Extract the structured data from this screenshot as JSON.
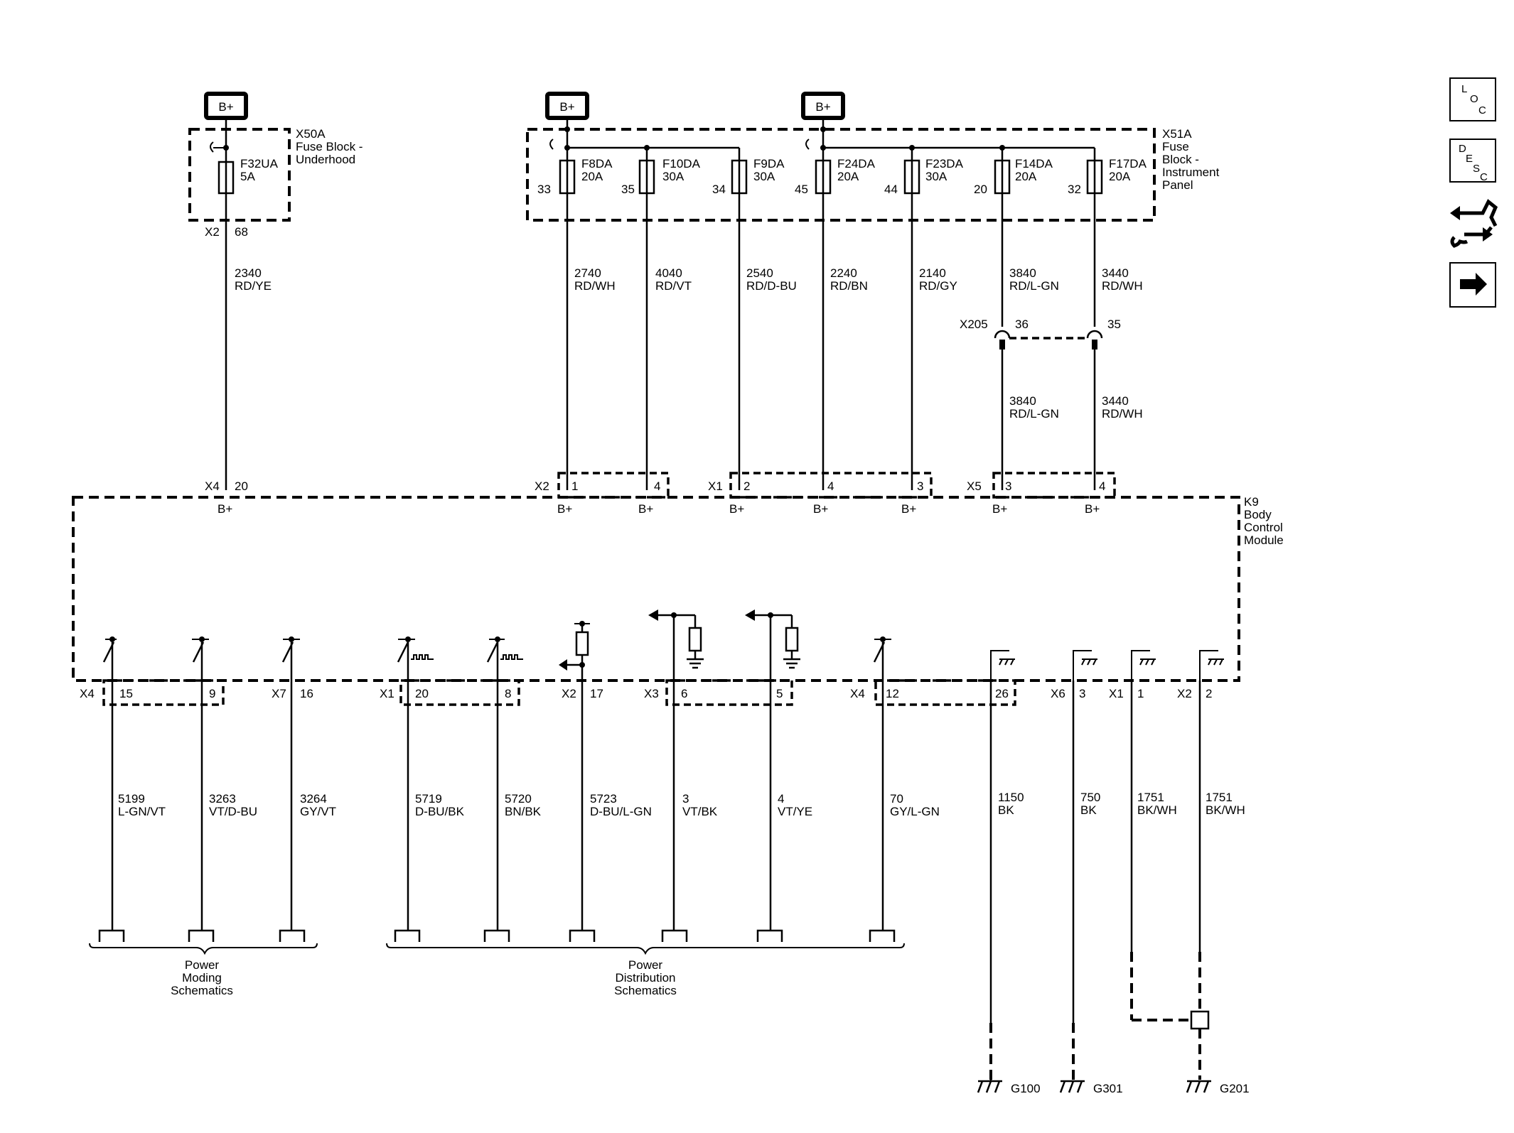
{
  "battery": {
    "label": "B+"
  },
  "x50a": {
    "name": "X50A",
    "desc": [
      "Fuse Block -",
      "Underhood"
    ],
    "fuse": "F32UA",
    "rating": "5A",
    "conn": "X2",
    "pin": "68"
  },
  "x51a": {
    "name": "X51A",
    "desc": [
      "Fuse",
      "Block -",
      "Instrument",
      "Panel"
    ],
    "fuses": [
      {
        "name": "F8DA",
        "rating": "20A",
        "pin": "33"
      },
      {
        "name": "F10DA",
        "rating": "30A",
        "pin": "35"
      },
      {
        "name": "F9DA",
        "rating": "30A",
        "pin": "34"
      },
      {
        "name": "F24DA",
        "rating": "20A",
        "pin": "45"
      },
      {
        "name": "F23DA",
        "rating": "30A",
        "pin": "44"
      },
      {
        "name": "F14DA",
        "rating": "20A",
        "pin": "20"
      },
      {
        "name": "F17DA",
        "rating": "20A",
        "pin": "32"
      }
    ]
  },
  "top_wires": [
    {
      "circuit": "2340",
      "color": "RD/YE"
    },
    {
      "circuit": "2740",
      "color": "RD/WH"
    },
    {
      "circuit": "4040",
      "color": "RD/VT"
    },
    {
      "circuit": "2540",
      "color": "RD/D-BU"
    },
    {
      "circuit": "2240",
      "color": "RD/BN"
    },
    {
      "circuit": "2140",
      "color": "RD/GY"
    },
    {
      "circuit": "3840",
      "color": "RD/L-GN"
    },
    {
      "circuit": "3440",
      "color": "RD/WH"
    }
  ],
  "x205": {
    "name": "X205",
    "pins": [
      "36",
      "35"
    ],
    "wires": [
      {
        "circuit": "3840",
        "color": "RD/L-GN"
      },
      {
        "circuit": "3440",
        "color": "RD/WH"
      }
    ]
  },
  "bcm_top_conns": [
    {
      "conn": "X4",
      "pin": "20"
    },
    {
      "conn": "X2",
      "pin": "1"
    },
    {
      "conn": "",
      "pin": "4"
    },
    {
      "conn": "X1",
      "pin": "2"
    },
    {
      "conn": "",
      "pin": "4"
    },
    {
      "conn": "",
      "pin": "3"
    },
    {
      "conn": "X5",
      "pin": "3"
    },
    {
      "conn": "",
      "pin": "4"
    }
  ],
  "bplus_label": "B+",
  "k9": {
    "name": "K9",
    "desc": [
      "Body",
      "Control",
      "Module"
    ]
  },
  "bcm_bottom_conns": [
    {
      "conn": "X4",
      "pin": "15"
    },
    {
      "conn": "",
      "pin": "9"
    },
    {
      "conn": "X7",
      "pin": "16"
    },
    {
      "conn": "X1",
      "pin": "20"
    },
    {
      "conn": "",
      "pin": "8"
    },
    {
      "conn": "X2",
      "pin": "17"
    },
    {
      "conn": "X3",
      "pin": "6"
    },
    {
      "conn": "",
      "pin": "5"
    },
    {
      "conn": "X4",
      "pin": "12"
    },
    {
      "conn": "",
      "pin": "26"
    },
    {
      "conn": "X6",
      "pin": "3"
    },
    {
      "conn": "X1",
      "pin": "1"
    },
    {
      "conn": "X2",
      "pin": "2"
    }
  ],
  "bottom_wires": [
    {
      "circuit": "5199",
      "color": "L-GN/VT"
    },
    {
      "circuit": "3263",
      "color": "VT/D-BU"
    },
    {
      "circuit": "3264",
      "color": "GY/VT"
    },
    {
      "circuit": "5719",
      "color": "D-BU/BK"
    },
    {
      "circuit": "5720",
      "color": "BN/BK"
    },
    {
      "circuit": "5723",
      "color": "D-BU/L-GN"
    },
    {
      "circuit": "3",
      "color": "VT/BK"
    },
    {
      "circuit": "4",
      "color": "VT/YE"
    },
    {
      "circuit": "70",
      "color": "GY/L-GN"
    },
    {
      "circuit": "1150",
      "color": "BK"
    },
    {
      "circuit": "750",
      "color": "BK"
    },
    {
      "circuit": "1751",
      "color": "BK/WH"
    },
    {
      "circuit": "1751",
      "color": "BK/WH"
    }
  ],
  "groups": {
    "power_moding": [
      "Power",
      "Moding",
      "Schematics"
    ],
    "power_distribution": [
      "Power",
      "Distribution",
      "Schematics"
    ]
  },
  "grounds": [
    "G100",
    "G301",
    "G201"
  ],
  "nav": {
    "loc": [
      "L",
      "O",
      "C"
    ],
    "desc": [
      "D",
      "E",
      "S",
      "C"
    ],
    "icons": [
      "connector-swap-icon",
      "next-arrow-icon"
    ]
  }
}
